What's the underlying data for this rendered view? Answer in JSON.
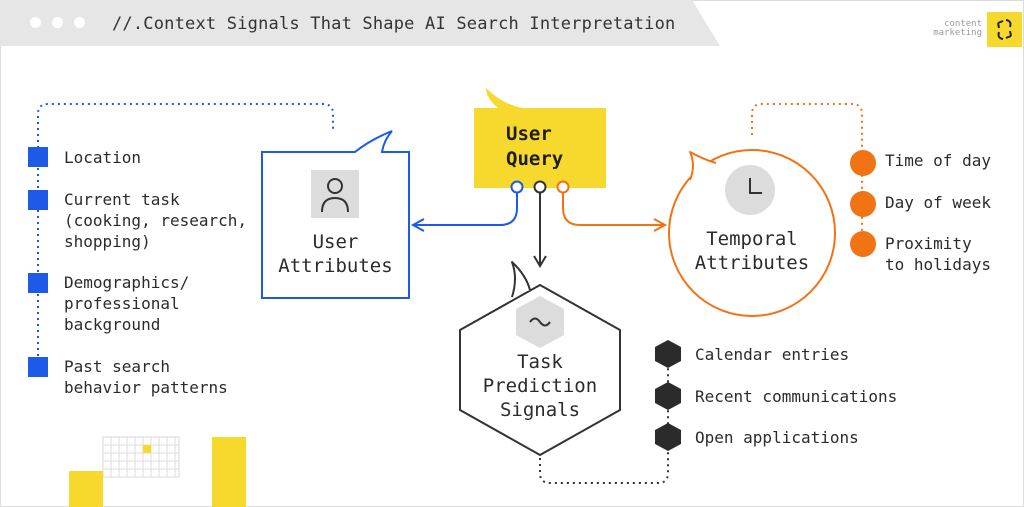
{
  "window": {
    "title": "//.Context Signals That Shape AI Search Interpretation",
    "logo_lines": [
      "content",
      "marketing"
    ]
  },
  "colors": {
    "blue": "#1e5ae8",
    "orange": "#f27314",
    "yellow": "#f7d92e",
    "dark": "#333333",
    "titlebar": "#e6e6e6"
  },
  "center_node": {
    "label_line1": "User",
    "label_line2": "Query"
  },
  "user_attributes": {
    "label_line1": "User",
    "label_line2": "Attributes",
    "icon": "person-icon",
    "items": [
      {
        "lines": [
          "Location"
        ]
      },
      {
        "lines": [
          "Current task",
          "(cooking, research,",
          "shopping)"
        ]
      },
      {
        "lines": [
          "Demographics/",
          "professional",
          "background"
        ]
      },
      {
        "lines": [
          "Past search",
          "behavior patterns"
        ]
      }
    ]
  },
  "temporal_attributes": {
    "label_line1": "Temporal",
    "label_line2": "Attributes",
    "icon": "clock-icon",
    "items": [
      {
        "lines": [
          "Time of day"
        ]
      },
      {
        "lines": [
          "Day of week"
        ]
      },
      {
        "lines": [
          "Proximity",
          "to holidays"
        ]
      }
    ]
  },
  "task_prediction": {
    "label_line1": "Task",
    "label_line2": "Prediction",
    "label_line3": "Signals",
    "icon": "wave-icon",
    "items": [
      {
        "lines": [
          "Calendar entries"
        ]
      },
      {
        "lines": [
          "Recent communications"
        ]
      },
      {
        "lines": [
          "Open applications"
        ]
      }
    ]
  }
}
